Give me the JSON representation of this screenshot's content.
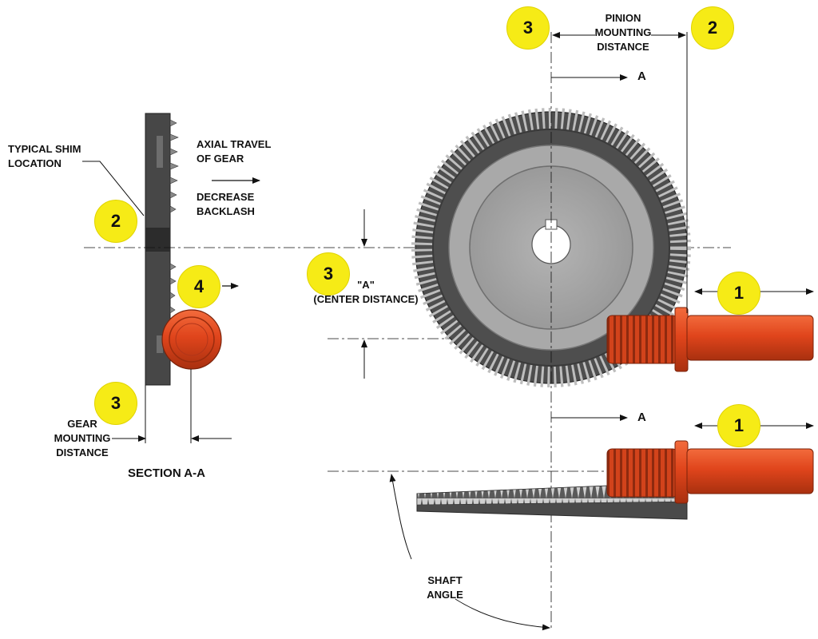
{
  "labels": {
    "typical_shim_location": [
      "TYPICAL SHIM",
      "LOCATION"
    ],
    "axial_travel": [
      "AXIAL TRAVEL",
      "OF GEAR"
    ],
    "decrease_backlash": [
      "DECREASE",
      "BACKLASH"
    ],
    "pinion_mounting_distance": [
      "PINION",
      "MOUNTING",
      "DISTANCE"
    ],
    "section_mark_top": "A",
    "section_mark_bottom": "A",
    "center_distance_a": "\"A\"",
    "center_distance_text": "(CENTER DISTANCE)",
    "gear_mounting_distance": [
      "GEAR",
      "MOUNTING",
      "DISTANCE"
    ],
    "section_title": "SECTION A-A",
    "shaft_angle": [
      "SHAFT",
      "ANGLE"
    ]
  },
  "callouts": {
    "pinion_axial_top": "1",
    "pinion_axial_bottom": "1",
    "shim_location": "2",
    "pinion_mounting_distance": "2",
    "gear_mounting_distance": "3",
    "center_distance": "3",
    "pinion_mounting_reference": "3",
    "pinion_in_section": "4"
  },
  "colors": {
    "callout_fill": "#f6eb16",
    "pinion": "#e0451c",
    "gear": "#5a5a5a",
    "line": "#111111"
  }
}
